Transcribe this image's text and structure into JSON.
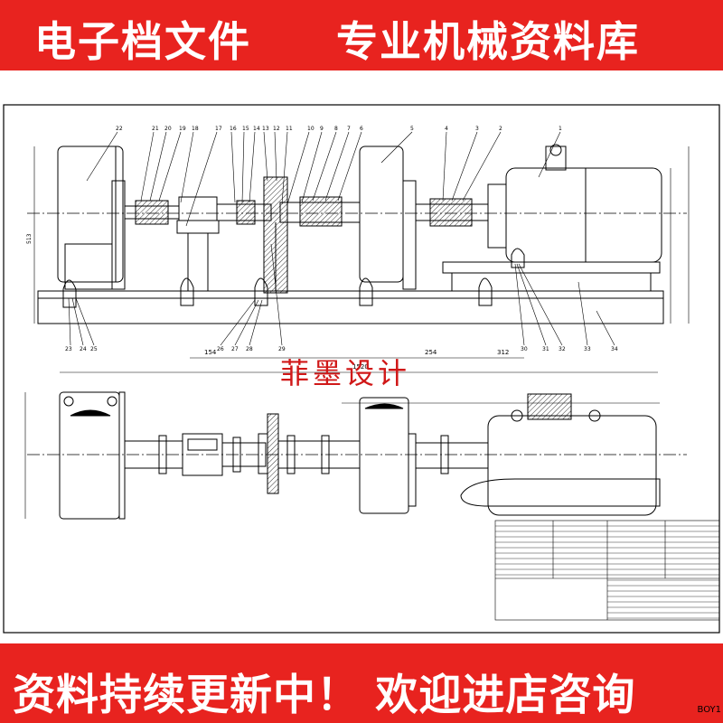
{
  "banner_top": {
    "left": "电子档文件",
    "right": "专业机械资料库"
  },
  "banner_bottom": {
    "text": "资料持续更新中！ 欢迎进店咨询"
  },
  "watermark": "菲墨设计",
  "corner_tag": "BOY1",
  "callouts_top": [
    "22",
    "21",
    "20",
    "19",
    "18",
    "17",
    "16",
    "15",
    "14",
    "13",
    "12",
    "11",
    "10",
    "9",
    "8",
    "7",
    "6",
    "5",
    "4",
    "3",
    "2",
    "1"
  ],
  "callouts_bottom_left": [
    "23",
    "24",
    "25"
  ],
  "callouts_bottom_mid": [
    "26",
    "27",
    "28",
    "29"
  ],
  "callouts_bottom_right": [
    "30",
    "31",
    "32",
    "33",
    "34"
  ],
  "dimensions": {
    "d154": "154",
    "d254": "254",
    "d312": "312",
    "d1520": "1520",
    "d513": "513"
  },
  "colors": {
    "banner": "#e8231f",
    "line": "#000000",
    "watermark": "#d01818"
  }
}
